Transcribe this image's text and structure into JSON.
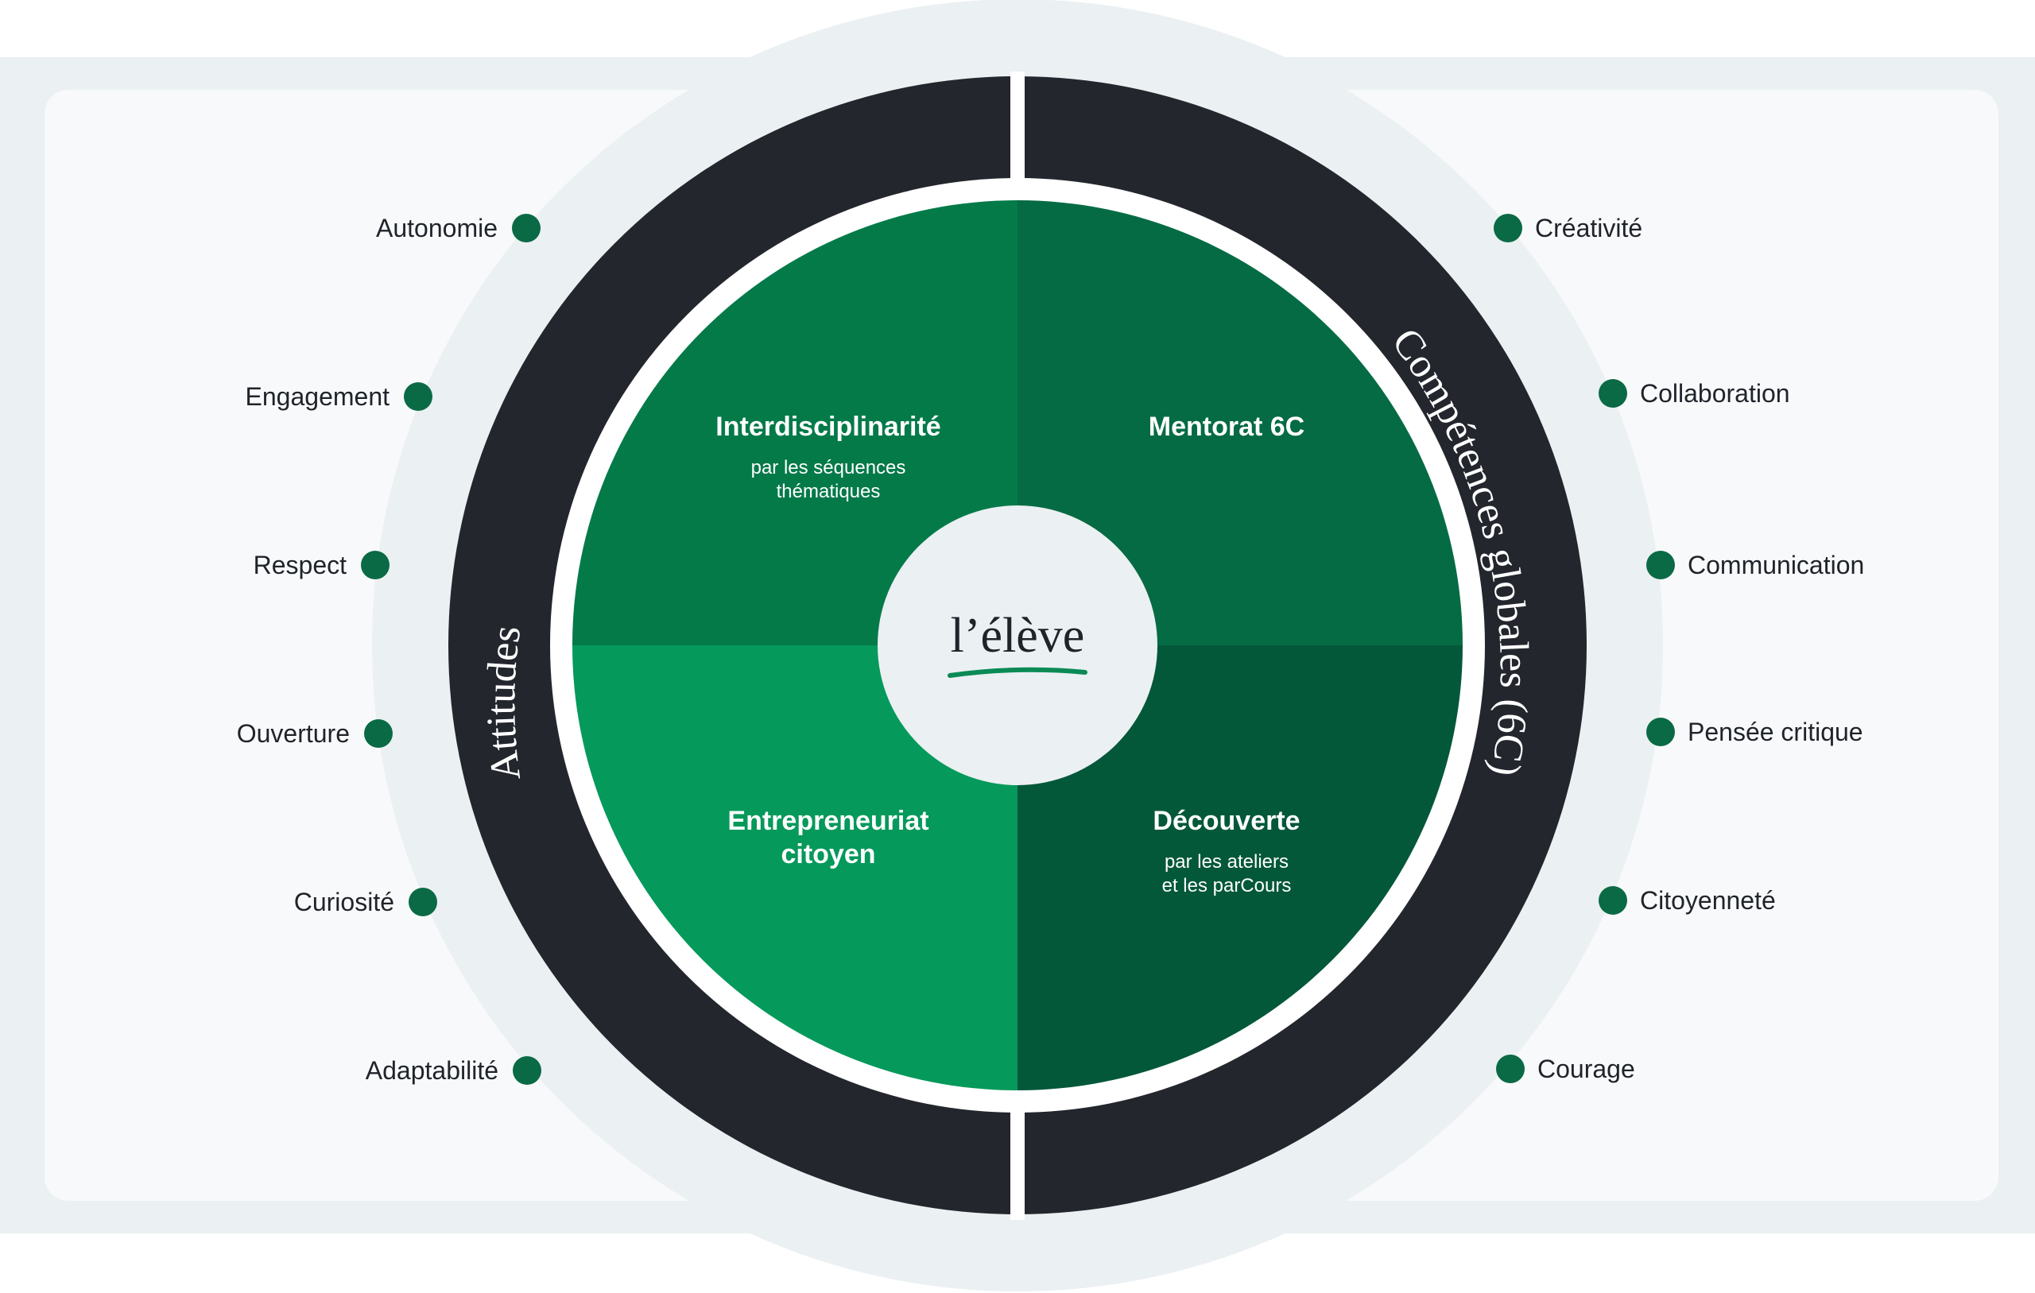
{
  "center": {
    "label": "l’élève"
  },
  "ring": {
    "left_label": "Attitudes",
    "right_label": "Compétences globales (6C)"
  },
  "quadrants": [
    {
      "id": "top-left",
      "title_lines": [
        "Interdisciplinarité"
      ],
      "subtitle_lines": [
        "par les séquences",
        "thématiques"
      ],
      "color": "#047a49"
    },
    {
      "id": "top-right",
      "title_lines": [
        "Mentorat 6C"
      ],
      "subtitle_lines": [],
      "color": "#056b44"
    },
    {
      "id": "bottom-left",
      "title_lines": [
        "Entrepreneuriat",
        "citoyen"
      ],
      "subtitle_lines": [],
      "color": "#05995b"
    },
    {
      "id": "bottom-right",
      "title_lines": [
        "Découverte"
      ],
      "subtitle_lines": [
        "par les ateliers",
        "et les parCours"
      ],
      "color": "#03583a"
    }
  ],
  "attitudes": [
    "Autonomie",
    "Engagement",
    "Respect",
    "Ouverture",
    "Curiosité",
    "Adaptabilité"
  ],
  "competences": [
    "Créativité",
    "Collaboration",
    "Communication",
    "Pensée critique",
    "Citoyenneté",
    "Courage"
  ],
  "colors": {
    "ring": "#23262d",
    "dot": "#0a6a45",
    "panel": "#f8f9fa",
    "halo": "#ebf0f2",
    "underline": "#0a8a55"
  }
}
